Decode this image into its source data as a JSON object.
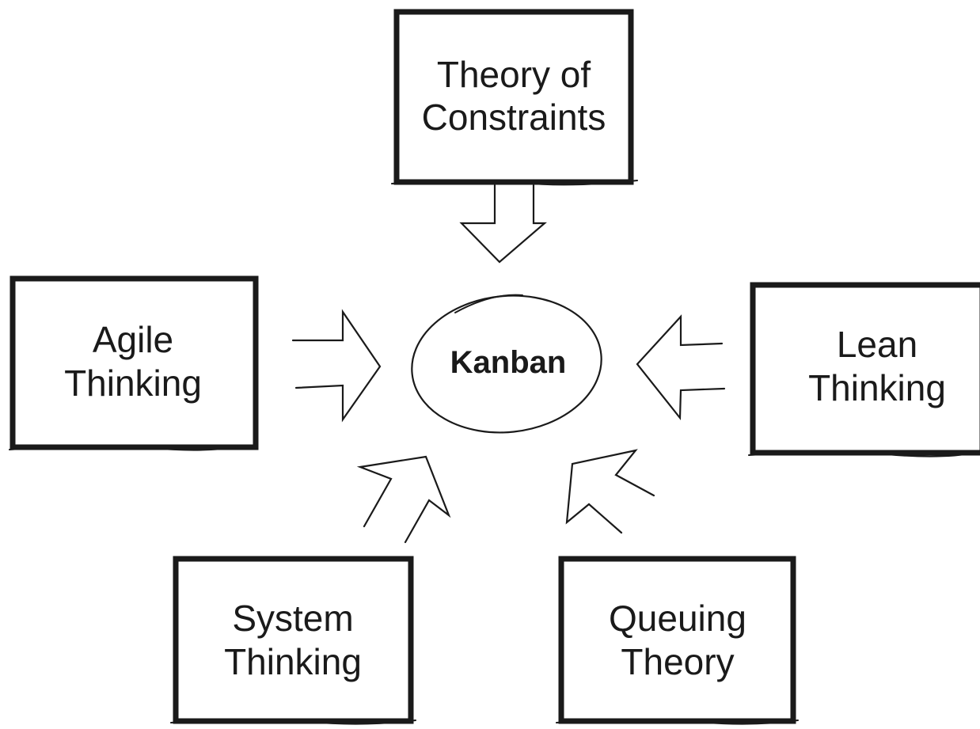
{
  "diagram": {
    "center": {
      "label": "Kanban"
    },
    "influences": {
      "theory_of_constraints": {
        "line1": "Theory of",
        "line2": "Constraints"
      },
      "agile_thinking": {
        "line1": "Agile",
        "line2": "Thinking"
      },
      "lean_thinking": {
        "line1": "Lean",
        "line2": "Thinking"
      },
      "system_thinking": {
        "line1": "System",
        "line2": "Thinking"
      },
      "queuing_theory": {
        "line1": "Queuing",
        "line2": "Theory"
      }
    }
  },
  "colors": {
    "ink": "#1a1a1a",
    "background": "#ffffff"
  }
}
